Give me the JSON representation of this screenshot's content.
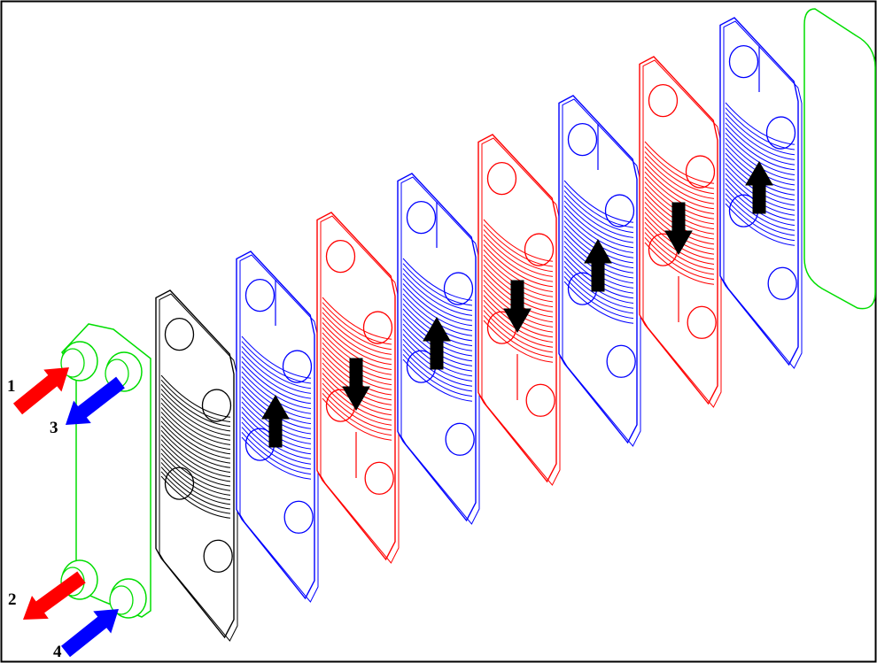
{
  "colors": {
    "hot": "#ff0000",
    "cold": "#0000ff",
    "frame": "#00dd00",
    "gasket": "#000000",
    "flow_arrow": "#000000",
    "border": "#000000"
  },
  "ports": [
    {
      "label": "1",
      "stream": "hot",
      "direction": "in"
    },
    {
      "label": "2",
      "stream": "hot",
      "direction": "out"
    },
    {
      "label": "3",
      "stream": "cold",
      "direction": "out"
    },
    {
      "label": "4",
      "stream": "cold",
      "direction": "in"
    }
  ],
  "plates": [
    {
      "kind": "end-plate",
      "color": "black",
      "flow": "none"
    },
    {
      "kind": "channel",
      "color": "blue",
      "flow": "up"
    },
    {
      "kind": "channel",
      "color": "red",
      "flow": "down"
    },
    {
      "kind": "channel",
      "color": "blue",
      "flow": "up"
    },
    {
      "kind": "channel",
      "color": "red",
      "flow": "down"
    },
    {
      "kind": "channel",
      "color": "blue",
      "flow": "up"
    },
    {
      "kind": "channel",
      "color": "red",
      "flow": "down"
    },
    {
      "kind": "channel",
      "color": "blue",
      "flow": "up"
    },
    {
      "kind": "pressure-plate",
      "color": "green",
      "flow": "none"
    }
  ]
}
